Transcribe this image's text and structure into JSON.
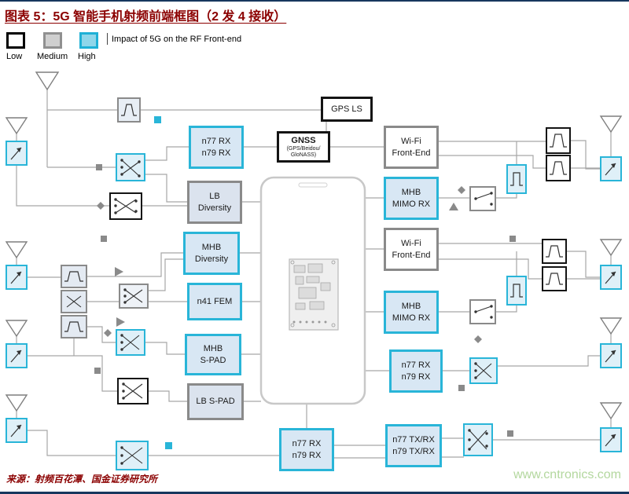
{
  "page": {
    "title": "图表 5：5G 智能手机射频前端框图（2 发 4 接收）",
    "source": "来源：射频百花潭、国金证券研究所",
    "watermark": "www.cntronics.com"
  },
  "legend": {
    "caption": "Impact of 5G on the RF Front-end",
    "items": [
      {
        "label": "Low"
      },
      {
        "label": "Medium"
      },
      {
        "label": "High"
      }
    ]
  },
  "colors": {
    "impact_low": "#000000",
    "impact_medium": "#8c8c8c",
    "impact_high": "#29b5d8",
    "title_red": "#8b0000",
    "watermark_green": "#b3d79e",
    "wire_gray": "#a6a6a6"
  },
  "blocks": {
    "gps_ls": {
      "line1": "GPS LS"
    },
    "gnss": {
      "line1": "GNSS",
      "sub": "(GPS/Beidou/\nGloNASS)"
    },
    "n77_n79_rx_top": {
      "line1": "n77 RX",
      "line2": "n79 RX"
    },
    "lb_diversity": {
      "line1": "LB",
      "line2": "Diversity"
    },
    "mhb_diversity": {
      "line1": "MHB",
      "line2": "Diversity"
    },
    "n41_fem": {
      "line1": "n41 FEM"
    },
    "mhb_s_pad": {
      "line1": "MHB",
      "line2": "S-PAD"
    },
    "lb_s_pad": {
      "line1": "LB S-PAD"
    },
    "n77_n79_rx_bottom": {
      "line1": "n77 RX",
      "line2": "n79 RX"
    },
    "wifi_front_end_top": {
      "line1": "Wi-Fi",
      "line2": "Front-End"
    },
    "mhb_mimo_rx_top": {
      "line1": "MHB",
      "line2": "MIMO RX"
    },
    "wifi_front_end_mid": {
      "line1": "Wi-Fi",
      "line2": "Front-End"
    },
    "mhb_mimo_rx_mid": {
      "line1": "MHB",
      "line2": "MIMO RX"
    },
    "n77_n79_rx_right": {
      "line1": "n77 RX",
      "line2": "n79 RX"
    },
    "n77_n79_txrx": {
      "line1": "n77 TX/RX",
      "line2": "n79 TX/RX"
    }
  }
}
